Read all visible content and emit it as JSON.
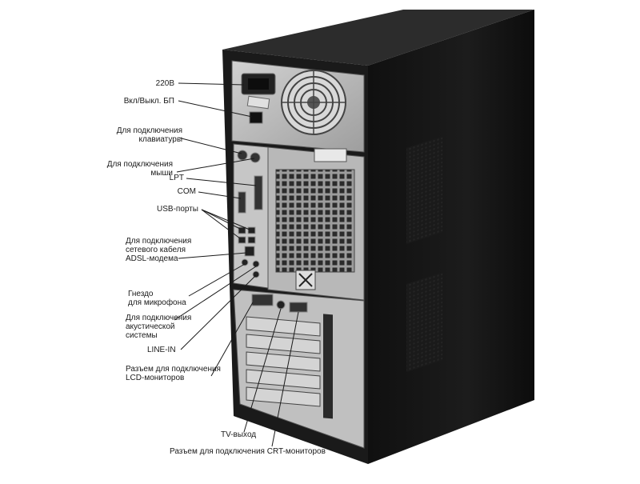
{
  "labels": {
    "power_220": "220В",
    "psu_switch": "Вкл/Выкл. БП",
    "keyboard_1": "Для подключения",
    "keyboard_2": "клавиатуры",
    "mouse_1": "Для подключения",
    "mouse_2": "мыши",
    "lpt": "LPT",
    "com": "COM",
    "usb": "USB-порты",
    "network_1": "Для подключения",
    "network_2": "сетевого кабеля",
    "network_3": "ADSL-модема",
    "mic_1": "Гнездо",
    "mic_2": "для микрофона",
    "speakers_1": "Для подключения",
    "speakers_2": "акустической",
    "speakers_3": "системы",
    "line_in": "LINE-IN",
    "lcd_1": "Разъем для подключения",
    "lcd_2": "LCD-мониторов",
    "tv_out": "TV-выход",
    "crt": "Разъем для подключения CRT-мониторов"
  },
  "colors": {
    "case_side": "#141414",
    "case_top": "#2a2a2a",
    "back_panel": "#bdbdbd",
    "leader": "#1a1a1a"
  }
}
